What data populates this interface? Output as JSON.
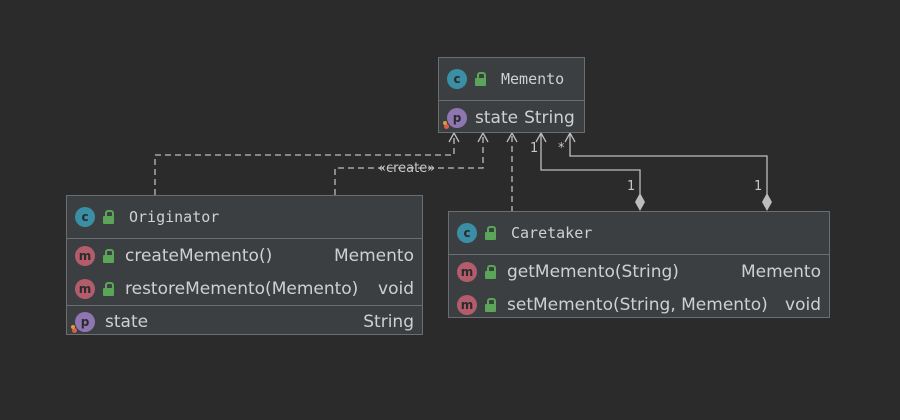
{
  "memento": {
    "title": "Memento",
    "icon": "class-icon",
    "fields": [
      {
        "name": "state",
        "type": "String"
      }
    ]
  },
  "originator": {
    "title": "Originator",
    "icon": "class-icon",
    "methods": [
      {
        "name": "createMemento()",
        "type": "Memento"
      },
      {
        "name": "restoreMemento(Memento)",
        "type": "void"
      }
    ],
    "fields": [
      {
        "name": "state",
        "type": "String"
      }
    ]
  },
  "caretaker": {
    "title": "Caretaker",
    "icon": "class-icon",
    "methods": [
      {
        "name": "getMemento(String)",
        "type": "Memento"
      },
      {
        "name": "setMemento(String, Memento)",
        "type": "void"
      }
    ]
  },
  "relations": {
    "create_stereotype": "«create»",
    "mult_left_top": "1",
    "mult_right_top": "*",
    "mult_left_bottom": "1",
    "mult_right_bottom": "1"
  },
  "colors": {
    "background": "#2b2b2b",
    "box": "#3b3f41",
    "line": "#bdbdbd",
    "class_badge": "#3a8fa6",
    "method_badge": "#b35d6c",
    "field_badge": "#8f76b3",
    "lock": "#5aa557"
  },
  "badges": {
    "class": "c",
    "method": "m",
    "field": "p"
  }
}
